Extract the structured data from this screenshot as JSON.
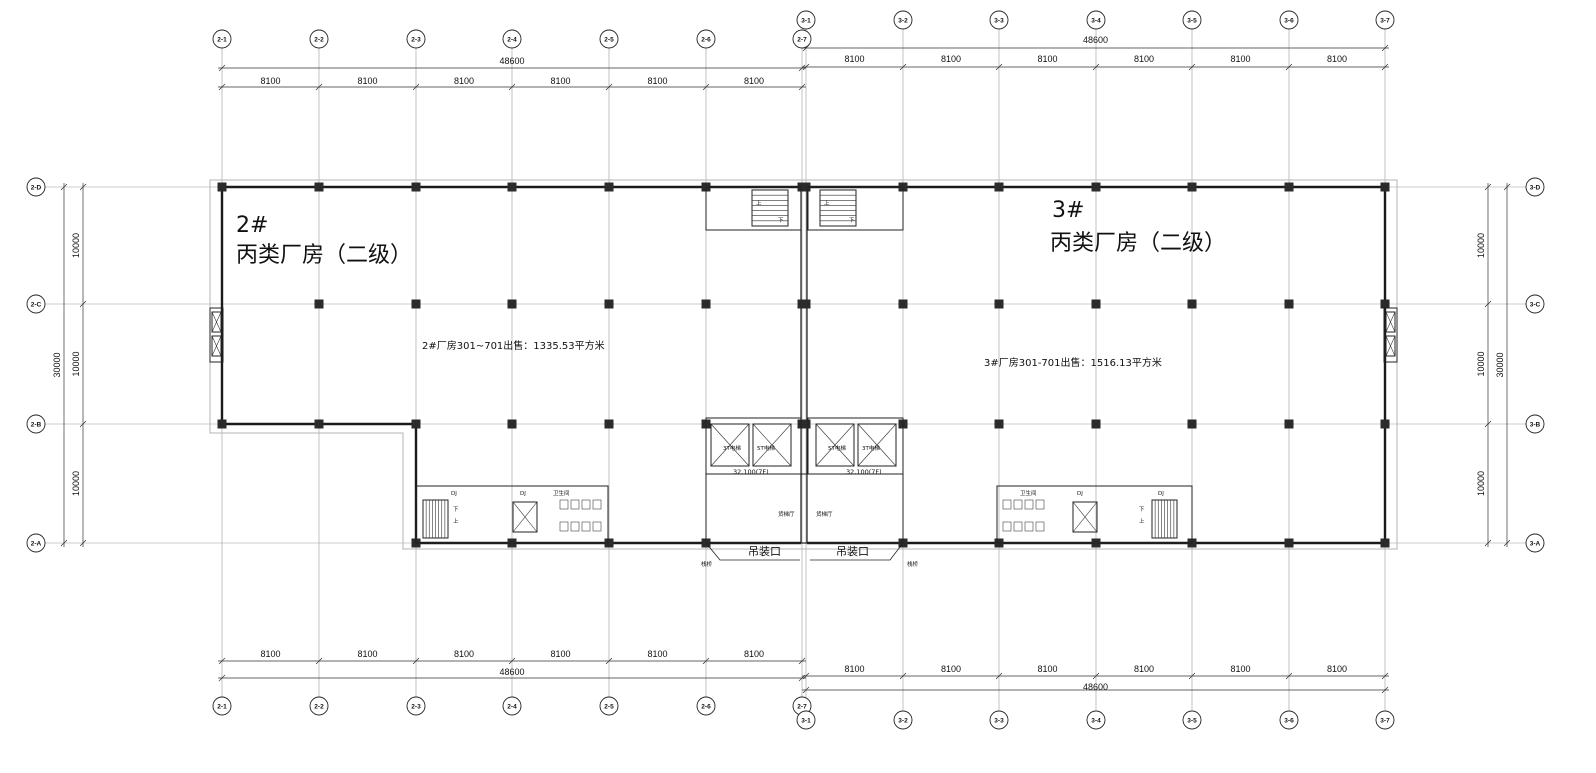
{
  "building_2": {
    "number": "2#",
    "type_label": "丙类厂房（二级）",
    "area_note": "2#厂房301~701出售：1335.53平方米",
    "grid_columns": [
      "2-1",
      "2-2",
      "2-3",
      "2-4",
      "2-5",
      "2-6",
      "2-7"
    ],
    "grid_rows": [
      "2-D",
      "2-C",
      "2-B",
      "2-A"
    ],
    "bay_dims": [
      "8100",
      "8100",
      "8100",
      "8100",
      "8100",
      "8100"
    ],
    "total_width": "48600",
    "row_dims": [
      "10000",
      "10000",
      "10000"
    ],
    "total_depth": "30000",
    "elevator_labels": [
      "3T电梯",
      "5T电梯"
    ],
    "elevation": "32.100(7F)",
    "freight_hall": "货梯厅",
    "hoist_opening": "吊装口",
    "ramp": "栈桥"
  },
  "building_3": {
    "number": "3#",
    "type_label": "丙类厂房（二级）",
    "area_note": "3#厂房301-701出售：1516.13平方米",
    "grid_columns": [
      "3-1",
      "3-2",
      "3-3",
      "3-4",
      "3-5",
      "3-6",
      "3-7"
    ],
    "grid_rows": [
      "3-D",
      "3-C",
      "3-B",
      "3-A"
    ],
    "bay_dims": [
      "8100",
      "8100",
      "8100",
      "8100",
      "8100",
      "8100"
    ],
    "total_width": "48600",
    "row_dims": [
      "10000",
      "10000",
      "10000"
    ],
    "total_depth": "30000",
    "elevator_labels": [
      "5T电梯",
      "3T电梯"
    ],
    "elevation": "32.100(7F)",
    "freight_hall": "货梯厅",
    "hoist_opening": "吊装口",
    "ramp": "栈桥"
  },
  "common": {
    "stair_up": "上",
    "stair_down": "下",
    "shaft_tag": "DJ",
    "restroom": "卫生间"
  }
}
